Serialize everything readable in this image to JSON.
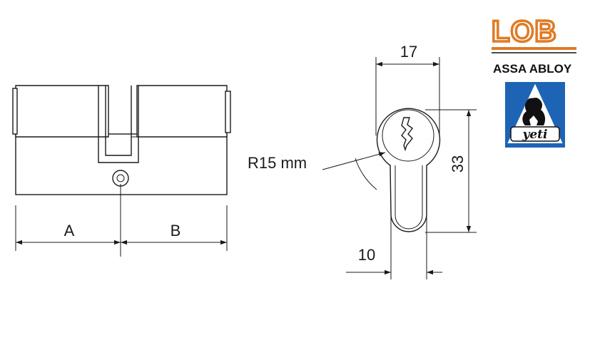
{
  "dimensions": {
    "side_left_label": "A",
    "side_right_label": "B",
    "top_width": "17",
    "height": "33",
    "bottom_width": "10",
    "radius": "R15 mm"
  },
  "branding": {
    "logo_primary": "LOB",
    "logo_primary_color": "#e07b24",
    "logo_subtitle": "ASSA ABLOY",
    "logo_secondary": "yeti",
    "logo_secondary_color": "#1e64b4"
  }
}
